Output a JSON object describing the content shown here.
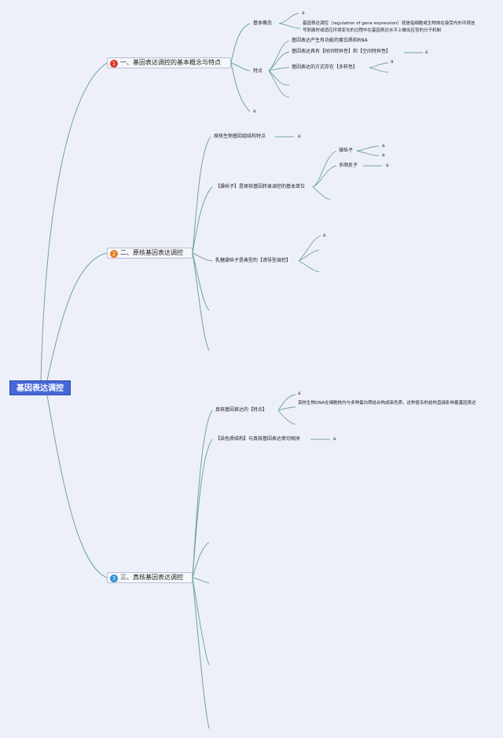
{
  "root": {
    "label": "基因表达调控"
  },
  "colors": {
    "root_bg": "#4568d8",
    "line": "#6ea69a",
    "badge_1": "#d9342b",
    "badge_2": "#e87a1e",
    "badge_3": "#2b8fd9"
  },
  "branch1": {
    "badge": "1",
    "label": "一、基因表达调控的基本概念与特点",
    "concept": {
      "label": "基本概念",
      "a": "a",
      "definition": "基因表达调控（regulation of gene expression）就是指细胞或生物体在接受内外环境信号刺激时或适应环境变化的过程中在基因表达水平上做出应答的分子机制"
    },
    "features": {
      "label": "特点",
      "item1": "基因表达产生有功能的蛋白质和RNA",
      "item2": "基因表达具有【时间特异性】和【空间特异性】",
      "item2_a": "a",
      "item3": "基因表达的方式存在【多样性】",
      "item3_a": "a"
    },
    "a": "a"
  },
  "branch2": {
    "badge": "2",
    "label": "二、原核基因表达调控",
    "genome": {
      "label": "原核生物基因组结构特点",
      "a": "a"
    },
    "operon": {
      "label": "【操纵子】是原核基因转录调控的基本单位",
      "operator": "操纵子",
      "operator_a1": "a",
      "operator_a2": "a",
      "cistron": "多顺反子",
      "cistron_a": "a"
    },
    "lac": {
      "label": "乳糖操纵子是典型的【诱导型调控】",
      "a": "a"
    }
  },
  "branch3": {
    "badge": "3",
    "label": "三、真核基因表达调控",
    "features": {
      "label": "真核基因表达的【特点】",
      "a": "a",
      "desc": "真核生物DNA在细胞核内与多种蛋白质结合构成染色质，这种复杂的结构直接影响着基因表达"
    },
    "chromatin": {
      "label": "【染色质结构】与真核基因表达密切相关",
      "a": "a"
    }
  }
}
